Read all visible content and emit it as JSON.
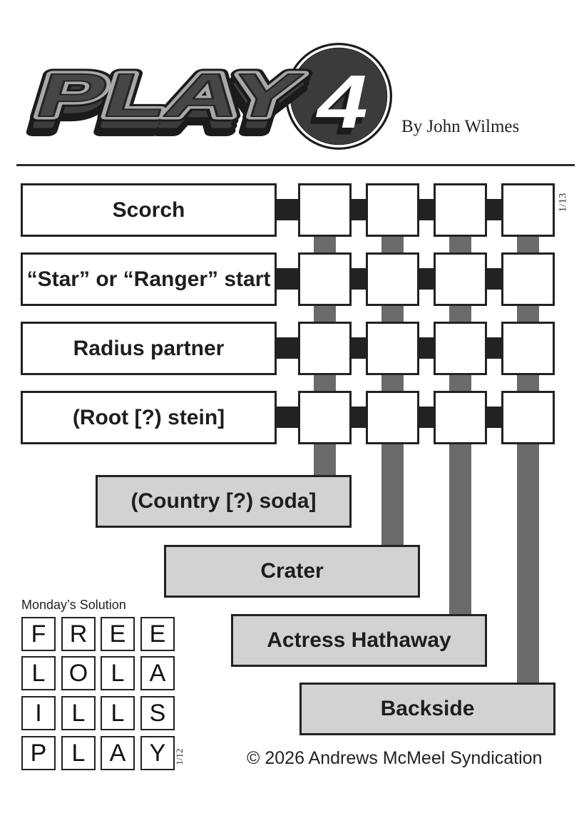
{
  "header": {
    "logo_text": "PLAY",
    "logo_number": "4",
    "byline": "By John Wilmes"
  },
  "puzzle": {
    "date_code": "1/13",
    "across_clues": [
      "Scorch",
      "“Star” or “Ranger” start",
      "Radius partner",
      "(Root [?) stein]"
    ],
    "down_clues": [
      "(Country [?) soda]",
      "Crater",
      "Actress Hathaway",
      "Backside"
    ],
    "grid": [
      [
        "",
        "",
        "",
        ""
      ],
      [
        "",
        "",
        "",
        ""
      ],
      [
        "",
        "",
        "",
        ""
      ],
      [
        "",
        "",
        "",
        ""
      ]
    ]
  },
  "solution": {
    "label": "Monday’s Solution",
    "date_code": "1/12",
    "grid": [
      [
        "F",
        "R",
        "E",
        "E"
      ],
      [
        "L",
        "O",
        "L",
        "A"
      ],
      [
        "I",
        "L",
        "L",
        "S"
      ],
      [
        "P",
        "L",
        "A",
        "Y"
      ]
    ]
  },
  "footer": {
    "copyright": "© 2026 Andrews McMeel Syndication"
  },
  "colors": {
    "border": "#222222",
    "connector": "#222222",
    "column_bar": "#6b6b6b",
    "down_clue_fill": "#d2d2d2",
    "ink": "#1e1e1e"
  }
}
